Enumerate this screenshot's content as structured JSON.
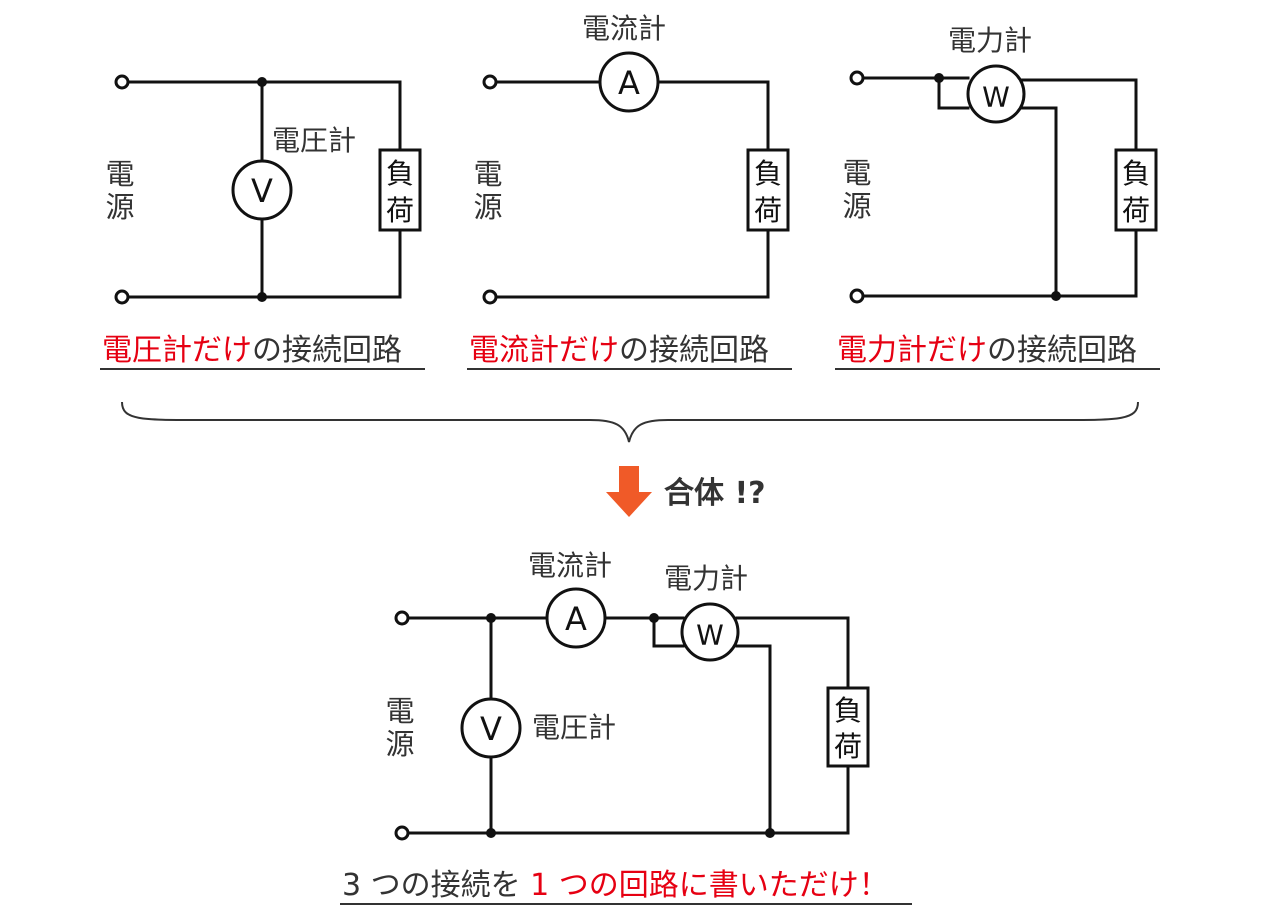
{
  "labels": {
    "voltmeter": "電圧計",
    "ammeter": "電流計",
    "wattmeter": "電力計",
    "source_1": "電",
    "source_2": "源",
    "load_1": "負",
    "load_2": "荷",
    "sym_v": "V",
    "sym_a": "A",
    "sym_w": "W"
  },
  "captions": {
    "voltmeter_red": "電圧計だけ",
    "ammeter_red": "電流計だけ",
    "wattmeter_red": "電力計だけ",
    "suffix": "の接続回路"
  },
  "merge_label": "合体 !?",
  "bottom_caption": {
    "part1": "3 つの接続を ",
    "part2": "1 つの回路に書いただけ！"
  },
  "colors": {
    "accent_red": "#e60012",
    "arrow_orange": "#f05a28",
    "wire": "#111111",
    "text": "#333333"
  }
}
